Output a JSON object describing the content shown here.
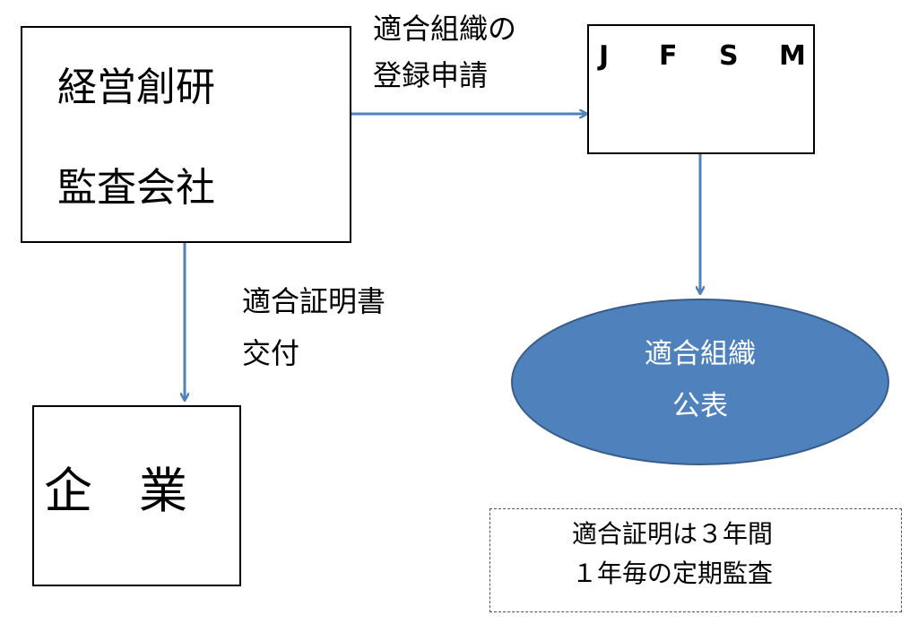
{
  "auditor": {
    "line1": "経営創研",
    "line2": "監査会社"
  },
  "jfsm": {
    "letters": [
      "J",
      "F",
      "S",
      "M"
    ]
  },
  "registration_label": {
    "line1": "適合組織の",
    "line2": "登録申請"
  },
  "certificate_label": {
    "line1": "適合証明書",
    "line2": "交付"
  },
  "company": {
    "label": "企業"
  },
  "publication": {
    "line1": "適合組織",
    "line2": "公表"
  },
  "note": {
    "line1": "適合証明は３年間",
    "line2": "１年毎の定期監査"
  },
  "colors": {
    "arrow": "#4f81bd",
    "ellipse_fill": "#4f81bd",
    "ellipse_stroke": "#385d8a",
    "box_border": "#000000"
  }
}
